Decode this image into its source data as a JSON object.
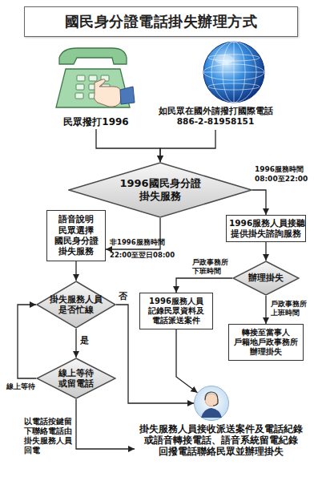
{
  "diagram": {
    "title": "國民身分證電話掛失辦理方式",
    "nodes": [
      {
        "text": [
          "民眾撥打1996"
        ]
      },
      {
        "text": [
          "如民眾在國外請撥打國際電話 886-2-81958151"
        ]
      },
      {
        "text": [
          "1996國民身分證 掛失服務"
        ]
      },
      {
        "text": [
          "語音說明 民眾選擇 國民身分證 掛失服務"
        ]
      },
      {
        "text": [
          "1996服務人員接聽 提供掛失諮詢服務"
        ]
      },
      {
        "text": [
          "辦理掛失"
        ]
      },
      {
        "text": [
          "掛失服務人員 是否忙線"
        ]
      },
      {
        "text": [
          "1996服務人員 記錄民眾資料及 電話派送案件"
        ]
      },
      {
        "text": [
          "轉接至當事人 戶籍地戶政事務所 辦理掛失"
        ]
      },
      {
        "text": [
          "線上等待 或留電話"
        ]
      },
      {
        "text": [
          "掛失服務人員接收派送案件及電話紀錄 或語音轉接電話、語音系統留電紀錄 回撥電話聯絡民眾並辦理掛失"
        ]
      }
    ],
    "edges": [
      {
        "from": 0,
        "to": 2,
        "arrow": "to"
      },
      {
        "from": 1,
        "to": 2,
        "arrow": "to"
      },
      {
        "from": 2,
        "to": 4,
        "label": "1996服務時間 08:00至22:00",
        "arrow": "to"
      },
      {
        "from": 2,
        "to": 3,
        "label": "非1996服務時間 22:00至翌日08:00",
        "arrow": "to"
      },
      {
        "from": 4,
        "to": 5,
        "arrow": "to"
      },
      {
        "from": 3,
        "to": 6,
        "arrow": "to"
      },
      {
        "from": 5,
        "to": 7,
        "label": "戶政事務所 下班時間",
        "arrow": "to"
      },
      {
        "from": 5,
        "to": 8,
        "label": "戶政事務所 上班時間",
        "arrow": "to"
      },
      {
        "from": 6,
        "to": 10,
        "label": "否",
        "arrow": "to"
      },
      {
        "from": 6,
        "to": 9,
        "label": "是",
        "arrow": "to"
      },
      {
        "from": 9,
        "to": 6,
        "label": "線上等待",
        "arrow": "to"
      },
      {
        "from": 9,
        "to": 10,
        "label": "以電話按鍵留 下聯絡電話由 掛失服務人員 回電",
        "arrow": "to"
      },
      {
        "from": 7,
        "to": 10,
        "arrow": "to"
      }
    ]
  }
}
